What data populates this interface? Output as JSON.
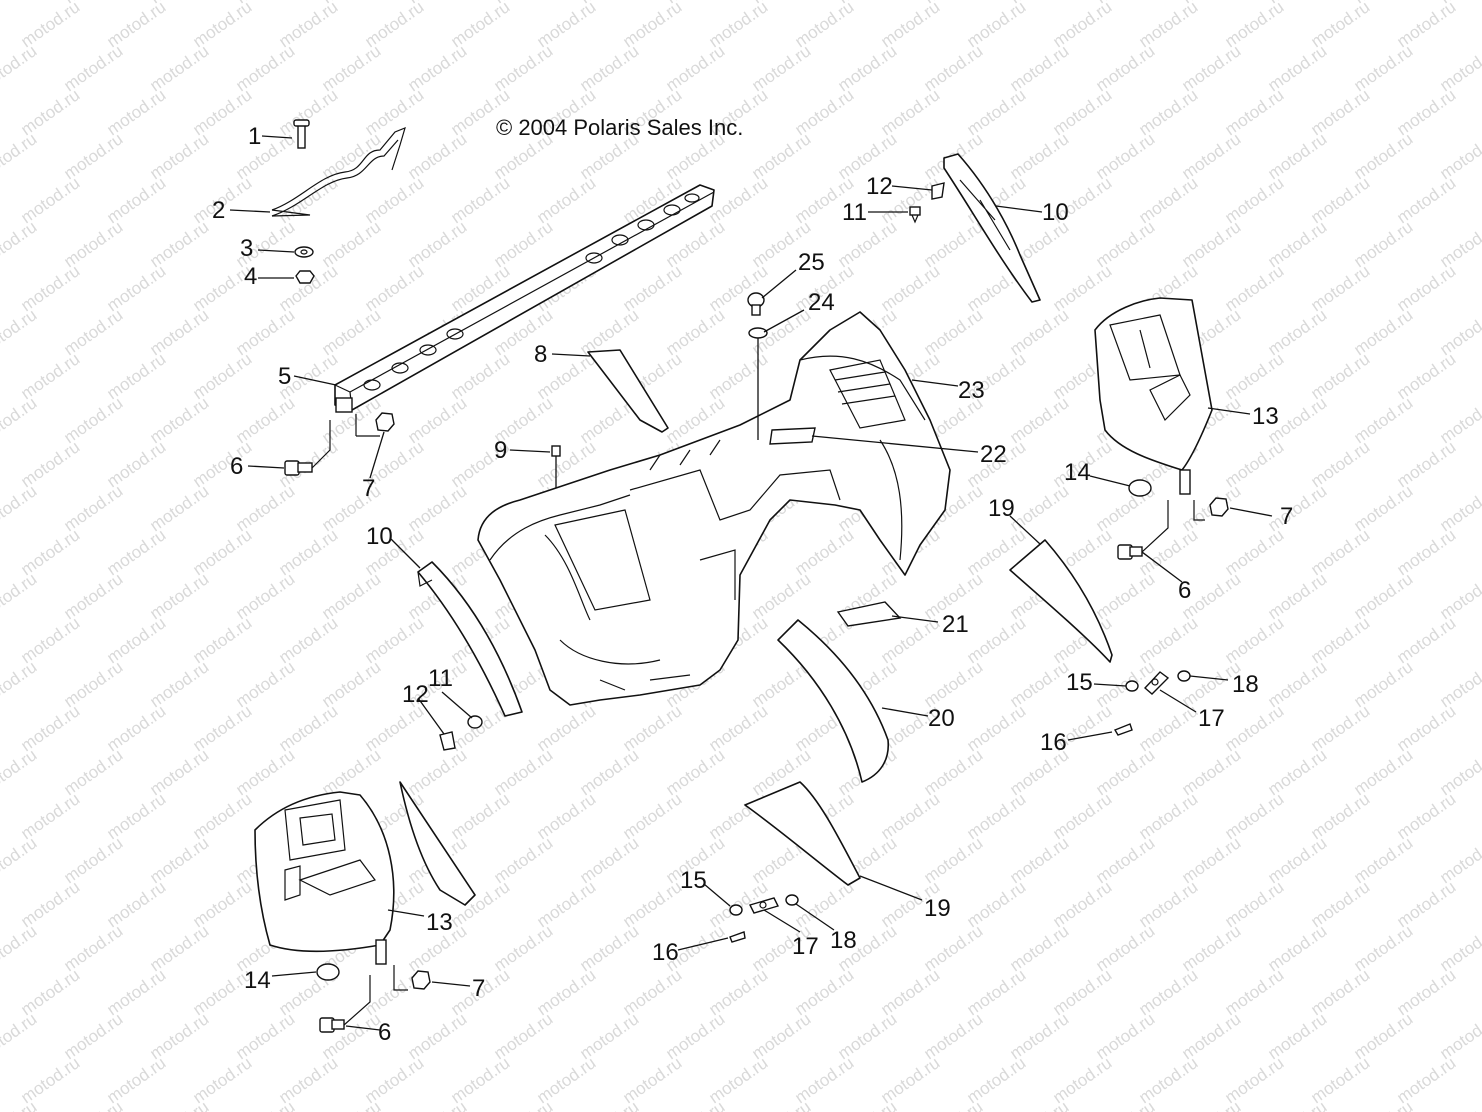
{
  "copyright": "© 2004 Polaris Sales Inc.",
  "watermark": "motod.ru",
  "callouts": [
    {
      "id": "c1",
      "text": "1"
    },
    {
      "id": "c2",
      "text": "2"
    },
    {
      "id": "c3",
      "text": "3"
    },
    {
      "id": "c4",
      "text": "4"
    },
    {
      "id": "c5",
      "text": "5"
    },
    {
      "id": "c6a",
      "text": "6"
    },
    {
      "id": "c7a",
      "text": "7"
    },
    {
      "id": "c8",
      "text": "8"
    },
    {
      "id": "c9",
      "text": "9"
    },
    {
      "id": "c10a",
      "text": "10"
    },
    {
      "id": "c10b",
      "text": "10"
    },
    {
      "id": "c11a",
      "text": "11"
    },
    {
      "id": "c11b",
      "text": "11"
    },
    {
      "id": "c12a",
      "text": "12"
    },
    {
      "id": "c12b",
      "text": "12"
    },
    {
      "id": "c13a",
      "text": "13"
    },
    {
      "id": "c13b",
      "text": "13"
    },
    {
      "id": "c14a",
      "text": "14"
    },
    {
      "id": "c14b",
      "text": "14"
    },
    {
      "id": "c6b",
      "text": "6"
    },
    {
      "id": "c6c",
      "text": "6"
    },
    {
      "id": "c7b",
      "text": "7"
    },
    {
      "id": "c7c",
      "text": "7"
    },
    {
      "id": "c15a",
      "text": "15"
    },
    {
      "id": "c15b",
      "text": "15"
    },
    {
      "id": "c16a",
      "text": "16"
    },
    {
      "id": "c16b",
      "text": "16"
    },
    {
      "id": "c17a",
      "text": "17"
    },
    {
      "id": "c17b",
      "text": "17"
    },
    {
      "id": "c18a",
      "text": "18"
    },
    {
      "id": "c18b",
      "text": "18"
    },
    {
      "id": "c19a",
      "text": "19"
    },
    {
      "id": "c19b",
      "text": "19"
    },
    {
      "id": "c20",
      "text": "20"
    },
    {
      "id": "c21",
      "text": "21"
    },
    {
      "id": "c22",
      "text": "22"
    },
    {
      "id": "c23",
      "text": "23"
    },
    {
      "id": "c24",
      "text": "24"
    },
    {
      "id": "c25",
      "text": "25"
    }
  ]
}
